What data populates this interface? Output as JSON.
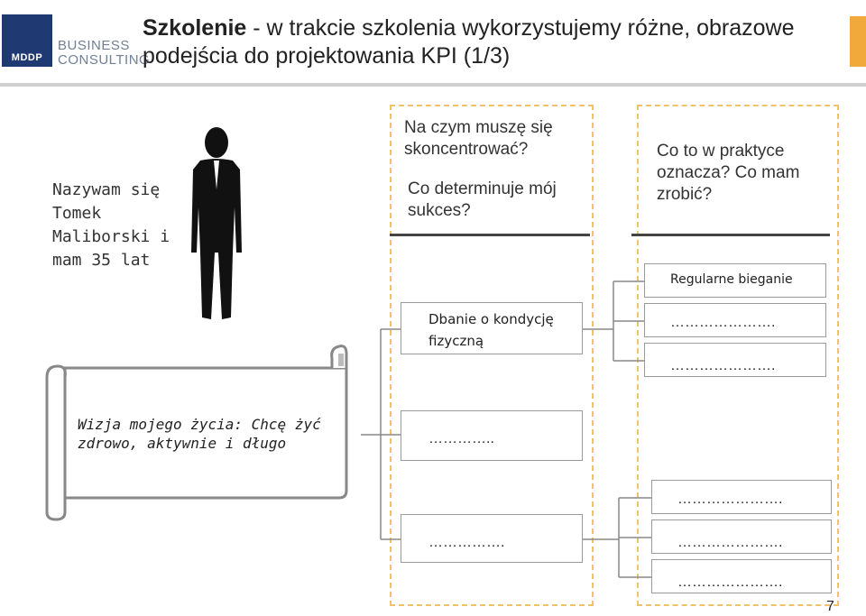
{
  "logo": {
    "badge": "MDDP",
    "word1": "BUSINESS",
    "word2": "CONSULTING"
  },
  "title": {
    "bold": "Szkolenie",
    "rest": " - w trakcie szkolenia wykorzystujemy różne, obrazowe podejścia do projektowania KPI (1/3)"
  },
  "intro_text": "Nazywam się Tomek Maliborski i mam 35 lat",
  "col2": {
    "q1": "Na czym muszę się skoncentrować?",
    "q2": "Co determinuje mój sukces?"
  },
  "col3": {
    "q": "Co to w praktyce oznacza? Co mam zrobić?"
  },
  "vision": "Wizja mojego życia: Chcę żyć zdrowo, aktywnie i długo",
  "boxes_col2": [
    "Dbanie o kondycję fizyczną",
    "…………..",
    "……………."
  ],
  "boxes_col3": [
    "Regularne bieganie",
    "………………….",
    "………………….",
    "………………….",
    "………………….",
    "…………………."
  ],
  "page_number": "7",
  "colors": {
    "accent": "#f2a93b",
    "dash": "#f0c36b",
    "brand": "#1f3a73"
  }
}
